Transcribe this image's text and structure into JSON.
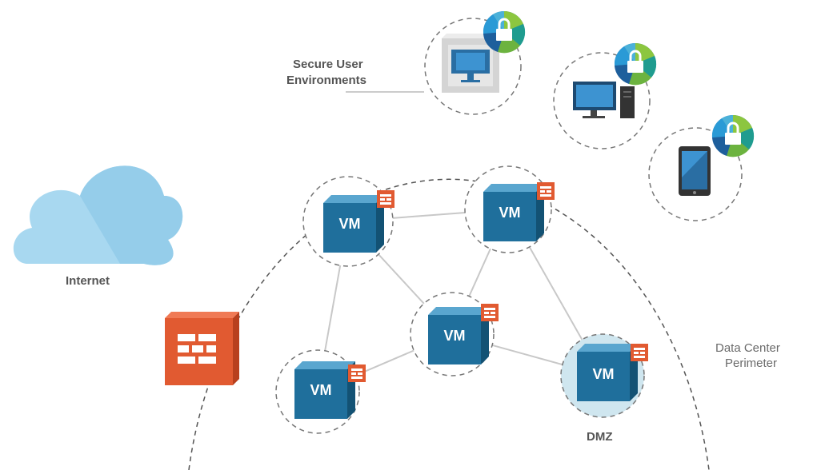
{
  "labels": {
    "secure_line1": "Secure User",
    "secure_line2": "Environments",
    "internet": "Internet",
    "dc_line1": "Data Center",
    "dc_line2": "Perimeter",
    "dmz": "DMZ"
  },
  "vm_label": "VM",
  "colors": {
    "vm_front": "#1f6f9c",
    "vm_top": "#5aa6cf",
    "vm_side": "#135274",
    "firewall": "#e15a31",
    "cloud": "#a8d8f0",
    "dmz_fill": "#cfe6ef",
    "lock_green": "#8cc63f"
  },
  "icons": [
    "cloud-icon",
    "firewall-icon",
    "vm-icon",
    "monitor-icon",
    "desktop-icon",
    "tablet-icon",
    "lock-icon"
  ]
}
